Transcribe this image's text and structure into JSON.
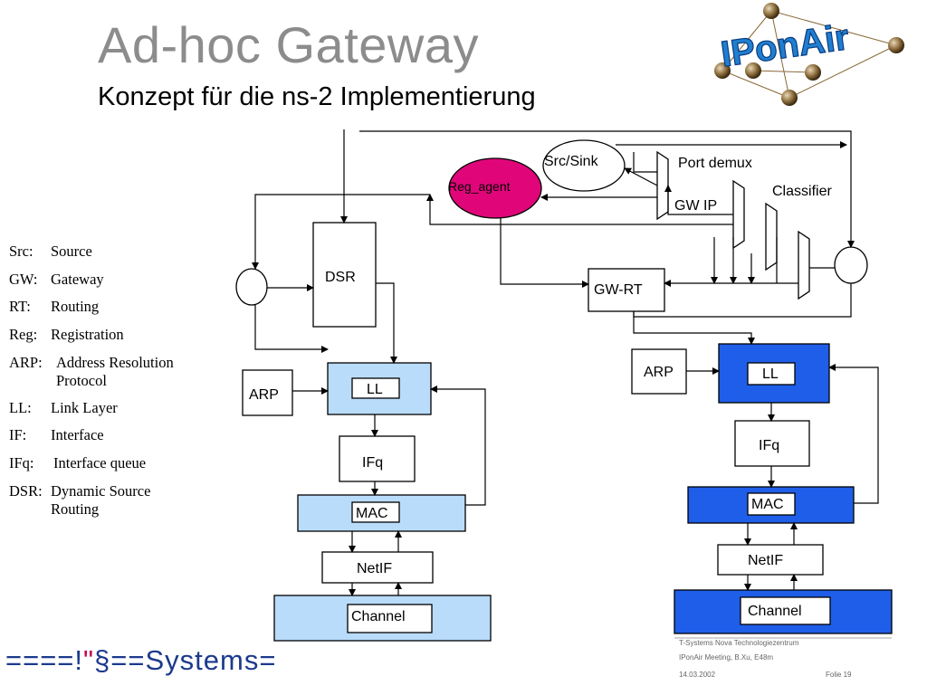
{
  "slide": {
    "title": "Ad-hoc Gateway",
    "subtitle": "Konzept für die ns-2 Implementierung",
    "logo_text": "IPonAir",
    "brand_prefix": "====!",
    "brand_quote": "\"",
    "brand_suffix": "§==Systems=",
    "footer_line1": "T-Systems Nova Technologiezentrum",
    "footer_line2": "IPonAir Meeting, B.Xu, E48m",
    "footer_date": "14.03.2002",
    "footer_page": "Folie 19"
  },
  "legend": [
    {
      "key": "Src:",
      "value": "Source"
    },
    {
      "key": "GW:",
      "value": "Gateway"
    },
    {
      "key": "RT:",
      "value": "Routing"
    },
    {
      "key": "Reg:",
      "value": "Registration"
    },
    {
      "key": "ARP:",
      "value": "Address Resolution Protocol"
    },
    {
      "key": "LL:",
      "value": "Link Layer"
    },
    {
      "key": "IF:",
      "value": "Interface"
    },
    {
      "key": "IFq:",
      "value": "Interface queue"
    },
    {
      "key": "DSR:",
      "value": "Dynamic Source Routing"
    }
  ],
  "left_stack": {
    "dsr": "DSR",
    "arp": "ARP",
    "ll": "LL",
    "ifq": "IFq",
    "mac": "MAC",
    "netif": "NetIF",
    "channel": "Channel"
  },
  "right_stack": {
    "src_sink": "Src/Sink",
    "reg_agent": "Reg_agent",
    "port_demux": "Port demux",
    "gw_ip": "GW IP",
    "classifier": "Classifier",
    "gw_rt": "GW-RT",
    "arp": "ARP",
    "ll": "LL",
    "ifq": "IFq",
    "mac": "MAC",
    "netif": "NetIF",
    "channel": "Channel"
  },
  "colors": {
    "title_gray": "#8c8c8c",
    "left_layer_fill": "#b9dcfb",
    "right_layer_fill": "#1f5ee8",
    "reg_agent_fill": "#e0067a",
    "brand_blue": "#1b3a8c",
    "brand_magenta": "#c4004b"
  }
}
